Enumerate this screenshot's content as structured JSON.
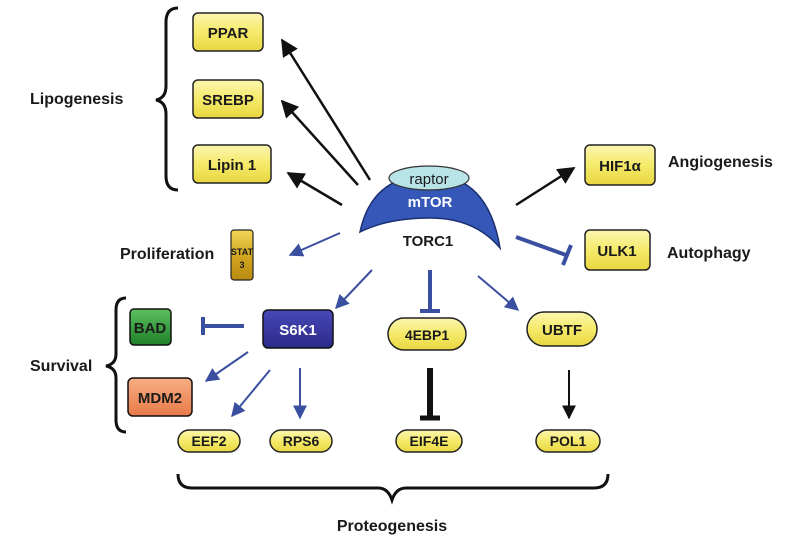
{
  "complex": {
    "raptor": "raptor",
    "mtor": "mTOR",
    "torc1": "TORC1"
  },
  "nodes": {
    "ppar": "PPAR",
    "srebp": "SREBP",
    "lipin1": "Lipin 1",
    "hif1a": "HIF1α",
    "ulk1": "ULK1",
    "stat3_line1": "STAT",
    "stat3_line2": "3",
    "s6k1": "S6K1",
    "bad": "BAD",
    "mdm2": "MDM2",
    "eef2": "EEF2",
    "rps6": "RPS6",
    "ebp1": "4EBP1",
    "eif4e": "EIF4E",
    "ubtf": "UBTF",
    "pol1": "POL1"
  },
  "processes": {
    "lipogenesis": "Lipogenesis",
    "angiogenesis": "Angiogenesis",
    "autophagy": "Autophagy",
    "proliferation": "Proliferation",
    "survival": "Survival",
    "proteogenesis": "Proteogenesis"
  },
  "colors": {
    "yellow_box": "#f5ea6a",
    "blue_arrow": "#3a4fa0",
    "mtor_blue": "#3558b8",
    "raptor_fill": "#b8e4e8",
    "s6k1_fill": "#3535a0",
    "bad_fill": "#2f9a35",
    "mdm2_fill": "#f09060",
    "stat3_fill": "#d4a820"
  }
}
